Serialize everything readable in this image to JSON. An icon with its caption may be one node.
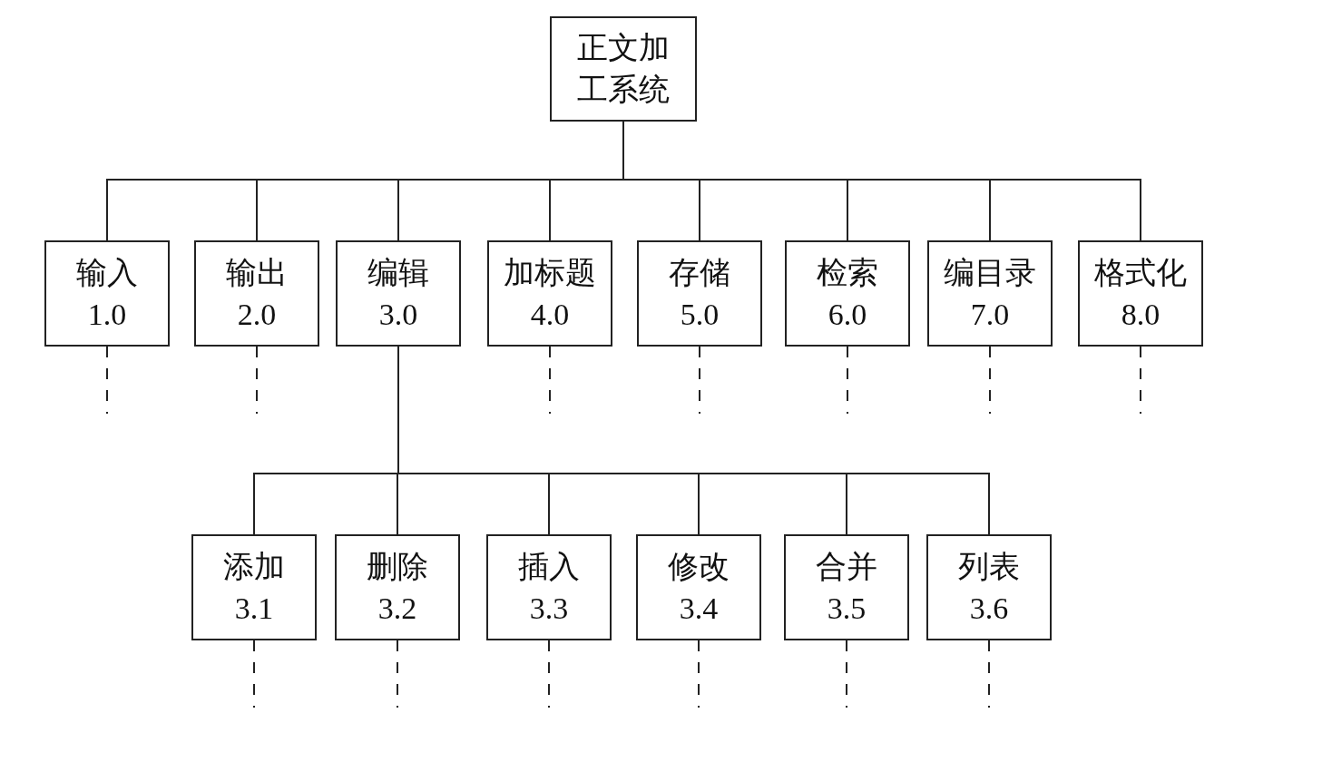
{
  "diagram": {
    "nodes": [
      {
        "text": [
          "正文加工系统"
        ]
      },
      {
        "text": [
          "输入",
          "1.0"
        ]
      },
      {
        "text": [
          "输出",
          "2.0"
        ]
      },
      {
        "text": [
          "编辑",
          "3.0"
        ]
      },
      {
        "text": [
          "加标题",
          "4.0"
        ]
      },
      {
        "text": [
          "存储",
          "5.0"
        ]
      },
      {
        "text": [
          "检索",
          "6.0"
        ]
      },
      {
        "text": [
          "编目录",
          "7.0"
        ]
      },
      {
        "text": [
          "格式化",
          "8.0"
        ]
      },
      {
        "text": [
          "添加",
          "3.1"
        ]
      },
      {
        "text": [
          "删除",
          "3.2"
        ]
      },
      {
        "text": [
          "插入",
          "3.3"
        ]
      },
      {
        "text": [
          "修改",
          "3.4"
        ]
      },
      {
        "text": [
          "合并",
          "3.5"
        ]
      },
      {
        "text": [
          "列表",
          "3.6"
        ]
      }
    ],
    "edges": [
      {
        "from": 0,
        "to": 1,
        "arrow": "none"
      },
      {
        "from": 0,
        "to": 2,
        "arrow": "none"
      },
      {
        "from": 0,
        "to": 3,
        "arrow": "none"
      },
      {
        "from": 0,
        "to": 4,
        "arrow": "none"
      },
      {
        "from": 0,
        "to": 5,
        "arrow": "none"
      },
      {
        "from": 0,
        "to": 6,
        "arrow": "none"
      },
      {
        "from": 0,
        "to": 7,
        "arrow": "none"
      },
      {
        "from": 0,
        "to": 8,
        "arrow": "none"
      },
      {
        "from": 3,
        "to": 9,
        "arrow": "none"
      },
      {
        "from": 3,
        "to": 10,
        "arrow": "none"
      },
      {
        "from": 3,
        "to": 11,
        "arrow": "none"
      },
      {
        "from": 3,
        "to": 12,
        "arrow": "none"
      },
      {
        "from": 3,
        "to": 13,
        "arrow": "none"
      },
      {
        "from": 3,
        "to": 14,
        "arrow": "none"
      },
      {
        "from": 1,
        "to": null,
        "arrow": "none",
        "style": "dashed"
      },
      {
        "from": 2,
        "to": null,
        "arrow": "none",
        "style": "dashed"
      },
      {
        "from": 4,
        "to": null,
        "arrow": "none",
        "style": "dashed"
      },
      {
        "from": 5,
        "to": null,
        "arrow": "none",
        "style": "dashed"
      },
      {
        "from": 6,
        "to": null,
        "arrow": "none",
        "style": "dashed"
      },
      {
        "from": 7,
        "to": null,
        "arrow": "none",
        "style": "dashed"
      },
      {
        "from": 8,
        "to": null,
        "arrow": "none",
        "style": "dashed"
      },
      {
        "from": 9,
        "to": null,
        "arrow": "none",
        "style": "dashed"
      },
      {
        "from": 10,
        "to": null,
        "arrow": "none",
        "style": "dashed"
      },
      {
        "from": 11,
        "to": null,
        "arrow": "none",
        "style": "dashed"
      },
      {
        "from": 12,
        "to": null,
        "arrow": "none",
        "style": "dashed"
      },
      {
        "from": 13,
        "to": null,
        "arrow": "none",
        "style": "dashed"
      },
      {
        "from": 14,
        "to": null,
        "arrow": "none",
        "style": "dashed"
      }
    ]
  }
}
